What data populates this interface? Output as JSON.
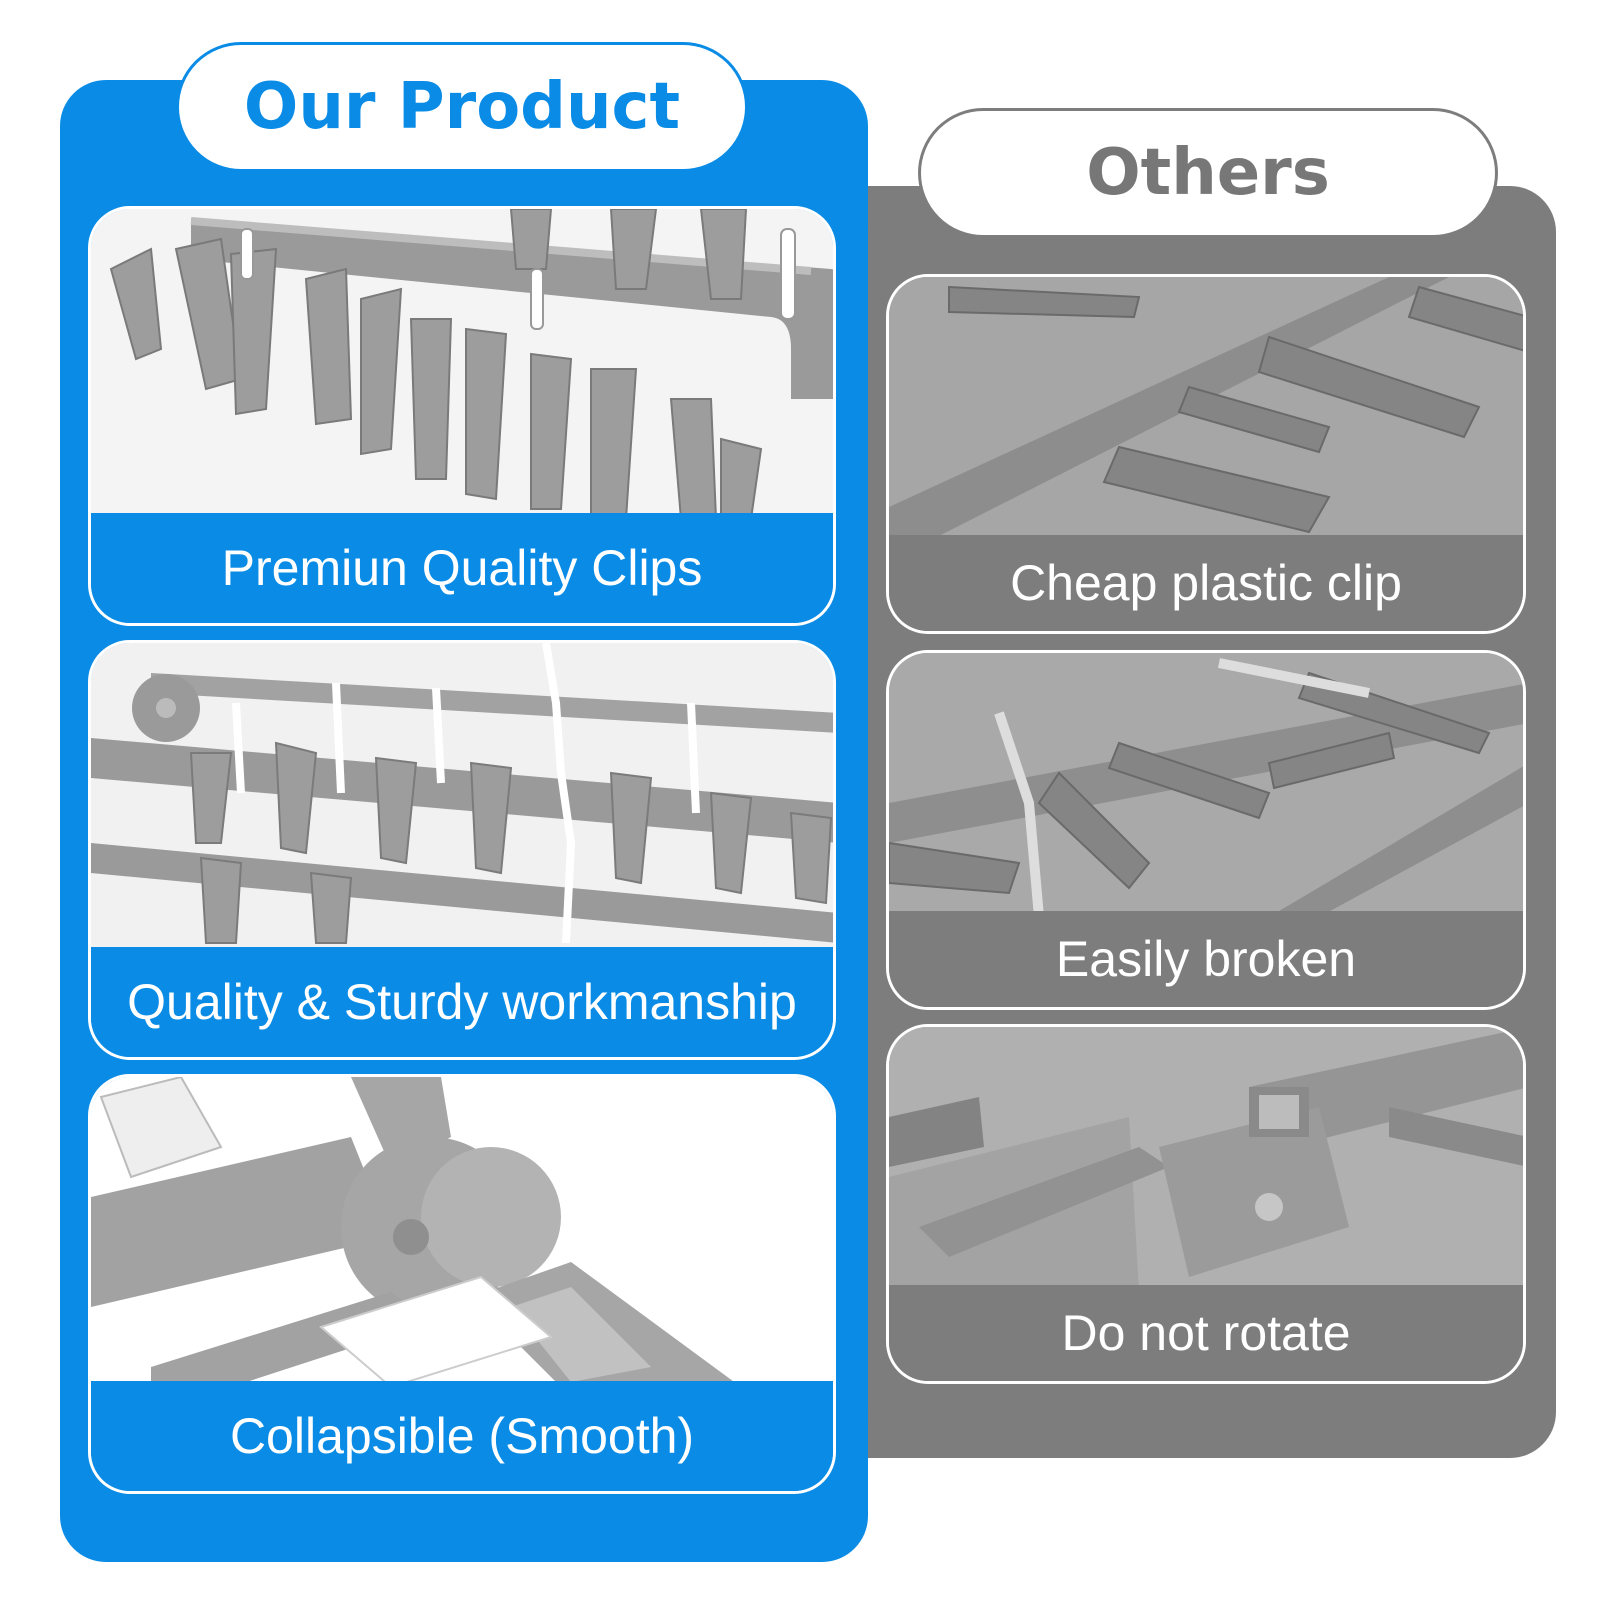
{
  "colors": {
    "accent_blue": "#0a8ce6",
    "others_gray": "#7d7d7d",
    "title_gray": "#777777",
    "white": "#ffffff"
  },
  "ours": {
    "title": "Our Product",
    "cards": [
      {
        "caption": "Premiun Quality Clips",
        "image": "gray-clips-hanging-on-rail"
      },
      {
        "caption": "Quality & Sturdy workmanship",
        "image": "rack-rails-with-chains-and-clips"
      },
      {
        "caption": "Collapsible (Smooth)",
        "image": "folding-hinge-joint"
      }
    ]
  },
  "others": {
    "title": "Others",
    "cards": [
      {
        "caption": "Cheap plastic clip",
        "image": "cheap-gray-clips-closeup"
      },
      {
        "caption": "Easily broken",
        "image": "broken-rack-with-chain"
      },
      {
        "caption": "Do not rotate",
        "image": "stiff-hinge-joint"
      }
    ]
  }
}
